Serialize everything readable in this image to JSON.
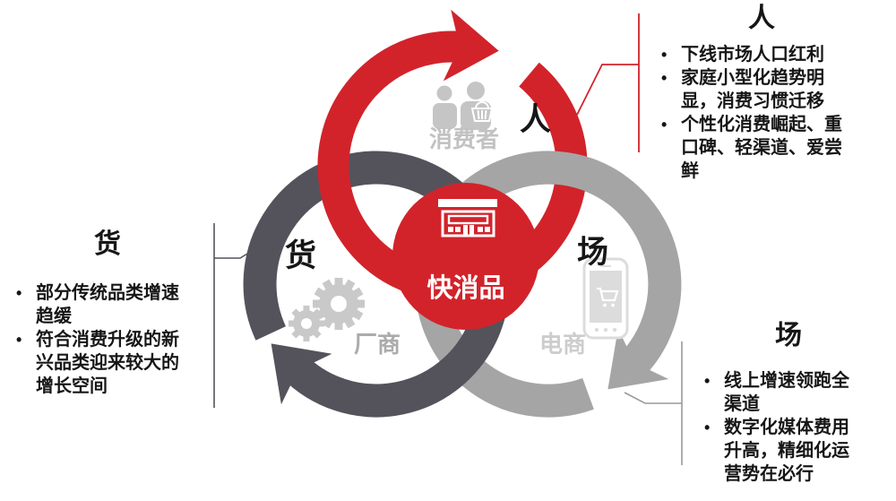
{
  "diagram": {
    "center": {
      "label": "快消品",
      "icon": "store-icon",
      "color": "#D2232B"
    },
    "nodes": {
      "consumers": {
        "label": "消费者",
        "dimension": "人",
        "icon": "consumers-icon"
      },
      "manufacturers": {
        "label": "厂商",
        "dimension": "货",
        "icon": "gears-icon"
      },
      "ecommerce": {
        "label": "电商",
        "dimension": "场",
        "icon": "phone-icon"
      }
    },
    "ring_colors": {
      "people": "#D2232B",
      "goods": "#54535B",
      "place": "#A5A5A5"
    }
  },
  "panels": {
    "people": {
      "title": "人",
      "bullets": [
        "下线市场人口红利",
        "家庭小型化趋势明显，消费习惯迁移",
        "个性化消费崛起、重口碑、轻渠道、爱尝鲜"
      ]
    },
    "goods": {
      "title": "货",
      "bullets": [
        "部分传统品类增速趋缓",
        "符合消费升级的新兴品类迎来较大的增长空间"
      ]
    },
    "place": {
      "title": "场",
      "bullets": [
        "线上增速领跑全渠道",
        "数字化媒体费用升高，精细化运营势在必行"
      ]
    }
  },
  "bullet_glyph": "•"
}
